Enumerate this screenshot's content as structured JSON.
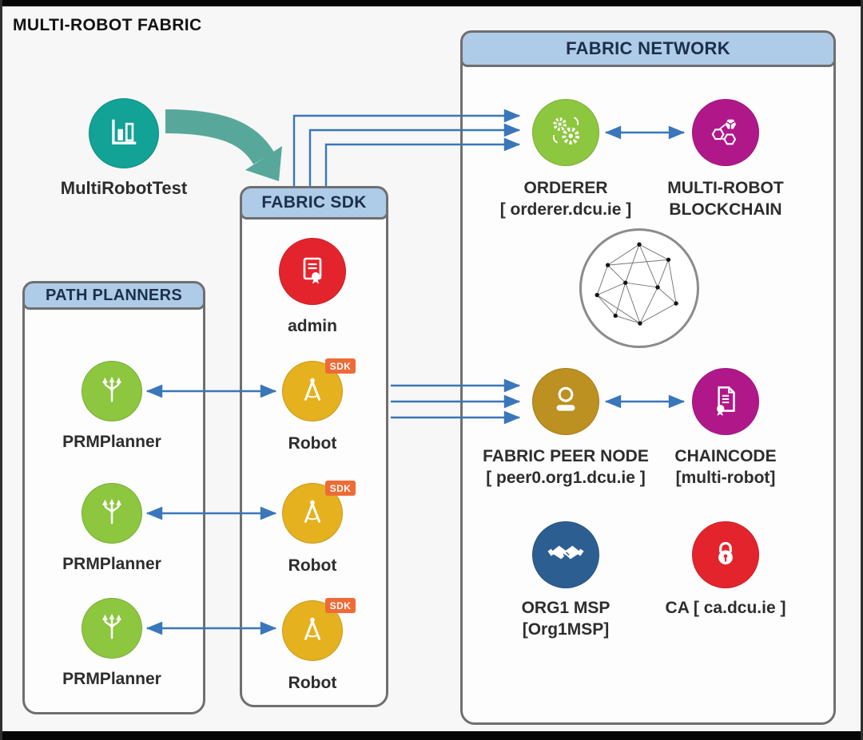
{
  "title": "MULTI-ROBOT FABRIC",
  "multirobottest": {
    "label": "MultiRobotTest"
  },
  "path_planners": {
    "header": "PATH PLANNERS",
    "planners": [
      {
        "label": "PRMPlanner"
      },
      {
        "label": "PRMPlanner"
      },
      {
        "label": "PRMPlanner"
      }
    ]
  },
  "fabric_sdk": {
    "header": "FABRIC SDK",
    "admin": {
      "label": "admin"
    },
    "robots": [
      {
        "label": "Robot",
        "badge": "SDK"
      },
      {
        "label": "Robot",
        "badge": "SDK"
      },
      {
        "label": "Robot",
        "badge": "SDK"
      }
    ]
  },
  "fabric_network": {
    "header": "FABRIC NETWORK",
    "orderer": {
      "label": "ORDERER",
      "sublabel": "[ orderer.dcu.ie ]"
    },
    "blockchain": {
      "label": "MULTI-ROBOT",
      "sublabel": "BLOCKCHAIN"
    },
    "peer": {
      "label": "FABRIC PEER NODE",
      "sublabel": "[ peer0.org1.dcu.ie ]"
    },
    "chaincode": {
      "label": "CHAINCODE",
      "sublabel": "[multi-robot]"
    },
    "msp": {
      "label": "ORG1 MSP",
      "sublabel": "[Org1MSP]"
    },
    "ca": {
      "label": "CA [ ca.dcu.ie ]"
    }
  },
  "icons": {
    "multirobottest": "bar-chart",
    "planner": "branch-arrows",
    "admin": "certificate",
    "robot": "drafting-compass",
    "orderer": "gears",
    "blockchain": "hex-cubes",
    "network": "node-graph",
    "peer": "person",
    "chaincode": "document-seal",
    "msp": "handshake",
    "ca": "padlock"
  },
  "colors": {
    "header_blue": "#aecbe8",
    "arrow_blue": "#3a76ba",
    "teal": "#12a296",
    "teal_arrow": "#57a89a",
    "green": "#8dc63f",
    "yellow": "#e5b11f",
    "red": "#e4242d",
    "magenta": "#b0188a",
    "gold": "#bc9021",
    "navy": "#2d5e92",
    "badge_orange": "#ef6b35"
  }
}
